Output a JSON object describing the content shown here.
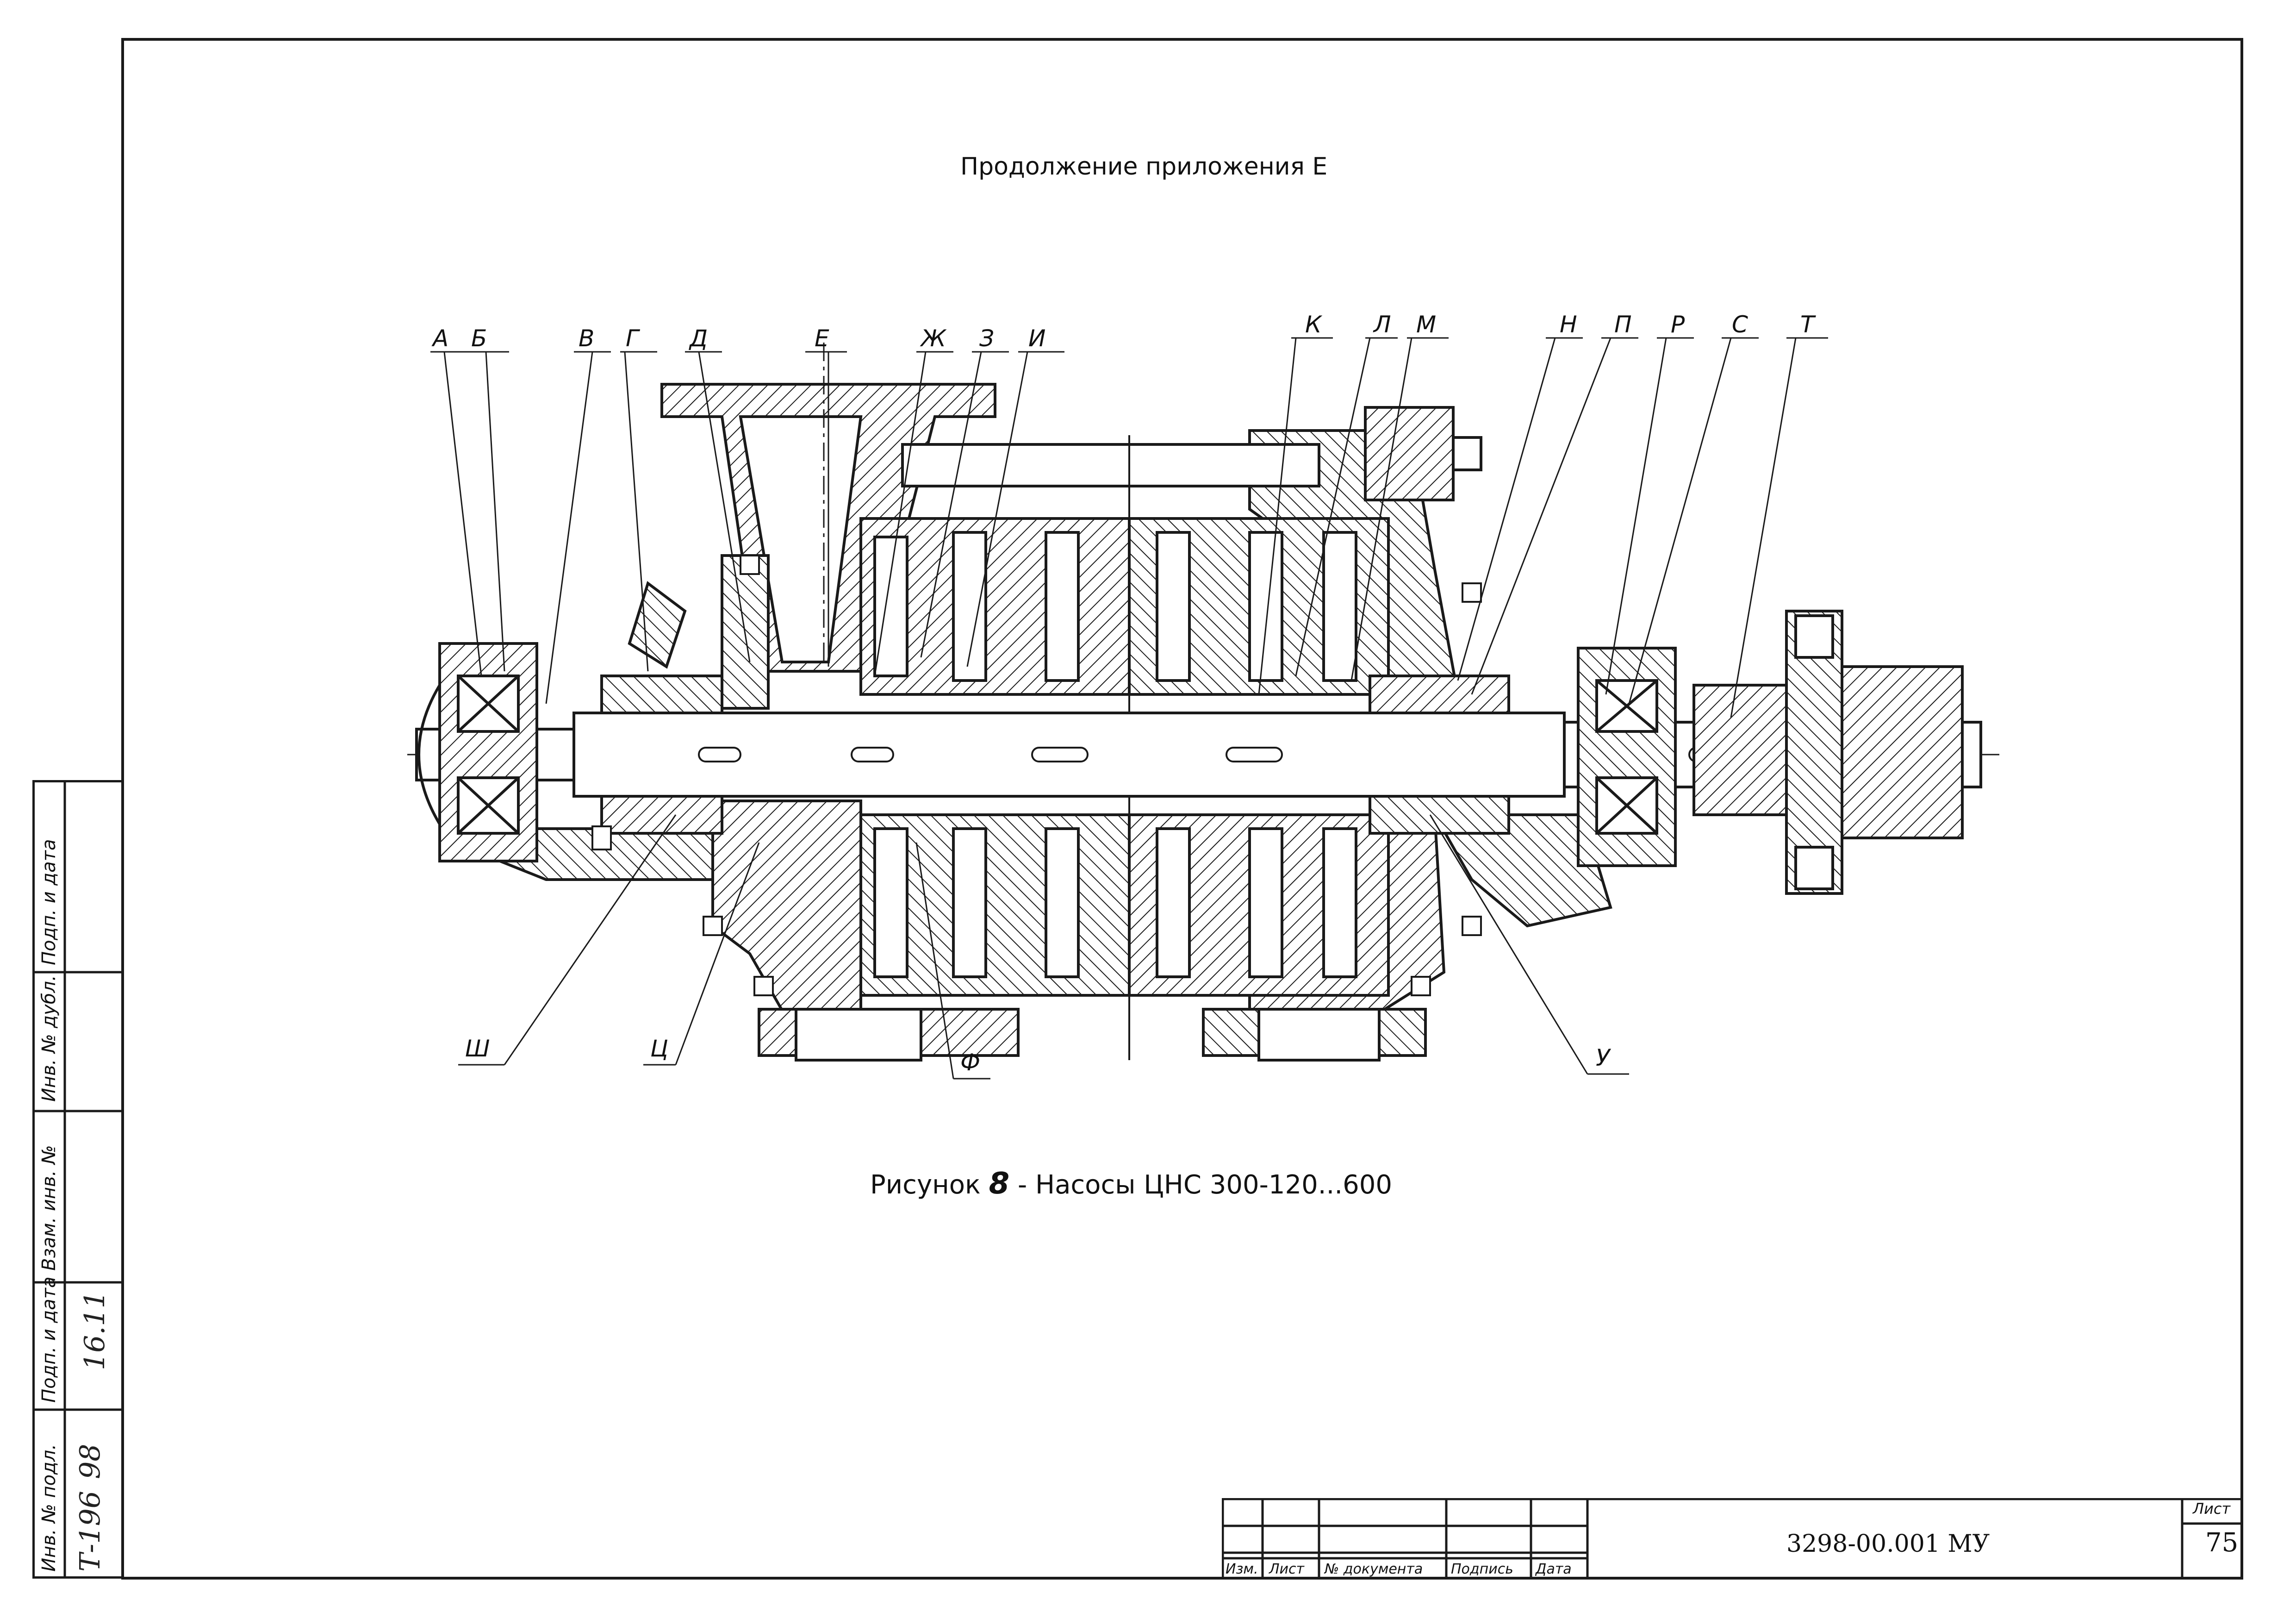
{
  "page": {
    "continuation_title": "Продолжение приложения Е",
    "figure_caption_prefix": "Рисунок",
    "figure_number": "8",
    "figure_caption_text": "- Насосы ЦНС 300-120...600"
  },
  "callouts": {
    "top": [
      "А",
      "Б",
      "В",
      "Г",
      "Д",
      "Е",
      "Ж",
      "З",
      "И",
      "К",
      "Л",
      "М",
      "Н",
      "П",
      "Р",
      "С",
      "Т"
    ],
    "bottom": [
      "Ш",
      "Ц",
      "Ф",
      "У"
    ]
  },
  "side_stamp": {
    "labels": [
      "Инв. № подл.",
      "Подп. и дата",
      "Взам. инв. №",
      "Инв. № дубл.",
      "Подп. и дата"
    ],
    "handwritten": {
      "inv_number": "Т-196",
      "date_part": "98",
      "signature_date": "16.11"
    }
  },
  "title_block": {
    "column_labels": [
      "Изм.",
      "Лист",
      "№ документа",
      "Подпись",
      "Дата"
    ],
    "document_code": "3298-00.001 МУ",
    "sheet_label": "Лист",
    "sheet_number": "75"
  },
  "colors": {
    "ink": "#1a1a1a",
    "paper": "#ffffff"
  }
}
